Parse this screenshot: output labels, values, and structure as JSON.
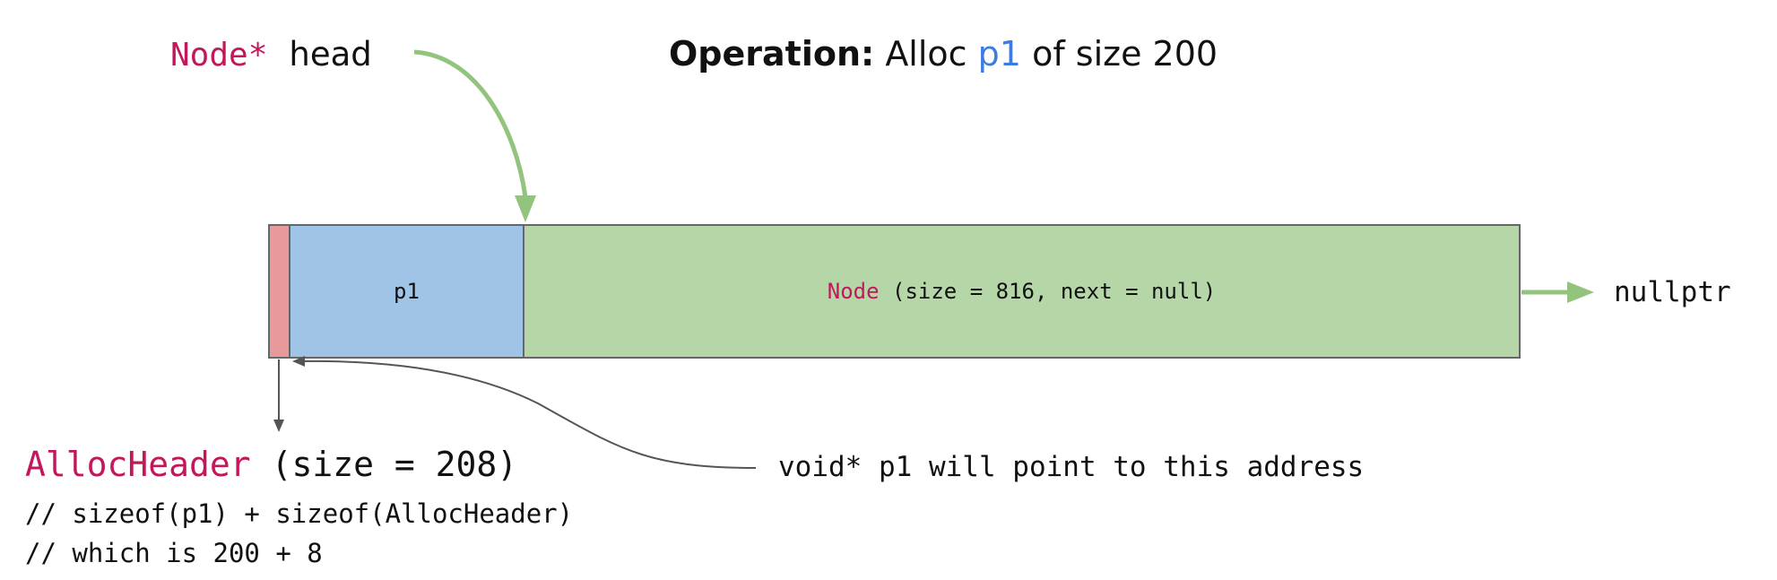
{
  "head_label": {
    "type": "Node*",
    "name": "head"
  },
  "operation": {
    "prefix": "Operation:",
    "action": "Alloc",
    "var": "p1",
    "rest": "of size 200"
  },
  "memory": {
    "header_block": {
      "color": "#e8999a"
    },
    "p1_block": {
      "label": "p1",
      "color": "#a0c4e8"
    },
    "node_block": {
      "type": "Node",
      "details": "(size = 816, next = null)",
      "color": "#b5d7a8"
    }
  },
  "nullptr_label": "nullptr",
  "alloc_header": {
    "type": "AllocHeader",
    "details": "(size = 208)",
    "comment_line1": "// sizeof(p1) + sizeof(AllocHeader)",
    "comment_line2": "// which is 200 + 8"
  },
  "pointer_note": "void* p1 will point to this address",
  "colors": {
    "type_red": "#c2185b",
    "accent_blue": "#3d7be0",
    "arrow_green": "#93c47d",
    "arrow_gray": "#555555"
  }
}
